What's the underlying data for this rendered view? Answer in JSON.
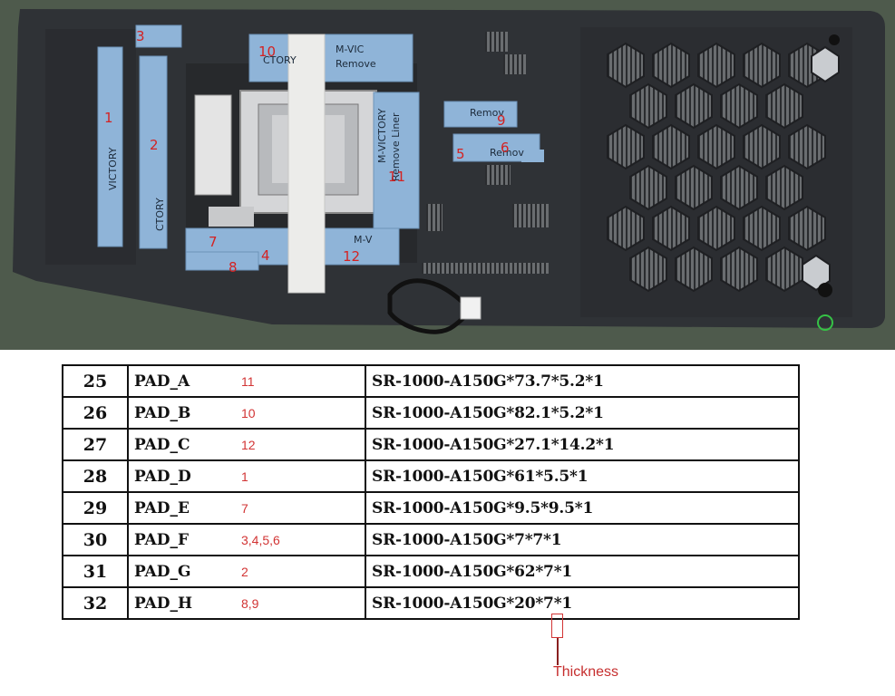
{
  "photo": {
    "pad_labels": {
      "p1": "1",
      "p2": "2",
      "p3": "3",
      "p4": "4",
      "p5": "5",
      "p6": "6",
      "p7": "7",
      "p8": "8",
      "p9": "9",
      "p10": "10",
      "p11": "11",
      "p12": "12"
    },
    "tape_text": {
      "a": "M-VIC",
      "b": "Remove",
      "c": "M-VICTORY",
      "d": "Remove Liner",
      "e": "VICTORY",
      "f": "Remov",
      "g": "CTORY",
      "h": "M-V"
    }
  },
  "table": {
    "rows": [
      {
        "no": "25",
        "pad": "PAD_A",
        "position": "11",
        "spec": "SR-1000-A150G*73.7*5.2*1"
      },
      {
        "no": "26",
        "pad": "PAD_B",
        "position": "10",
        "spec": "SR-1000-A150G*82.1*5.2*1"
      },
      {
        "no": "27",
        "pad": "PAD_C",
        "position": "12",
        "spec": "SR-1000-A150G*27.1*14.2*1"
      },
      {
        "no": "28",
        "pad": "PAD_D",
        "position": "1",
        "spec": "SR-1000-A150G*61*5.5*1"
      },
      {
        "no": "29",
        "pad": "PAD_E",
        "position": "7",
        "spec": "SR-1000-A150G*9.5*9.5*1"
      },
      {
        "no": "30",
        "pad": "PAD_F",
        "position": "3,4,5,6",
        "spec": "SR-1000-A150G*7*7*1"
      },
      {
        "no": "31",
        "pad": "PAD_G",
        "position": "2",
        "spec": "SR-1000-A150G*62*7*1"
      },
      {
        "no": "32",
        "pad": "PAD_H",
        "position": "8,9",
        "spec": "SR-1000-A150G*20*7*1"
      }
    ]
  },
  "annotation": {
    "label": "Thickness"
  },
  "colors": {
    "tape": "#8fb4d8",
    "plate": "#34373c",
    "annotation": "#d23434"
  }
}
